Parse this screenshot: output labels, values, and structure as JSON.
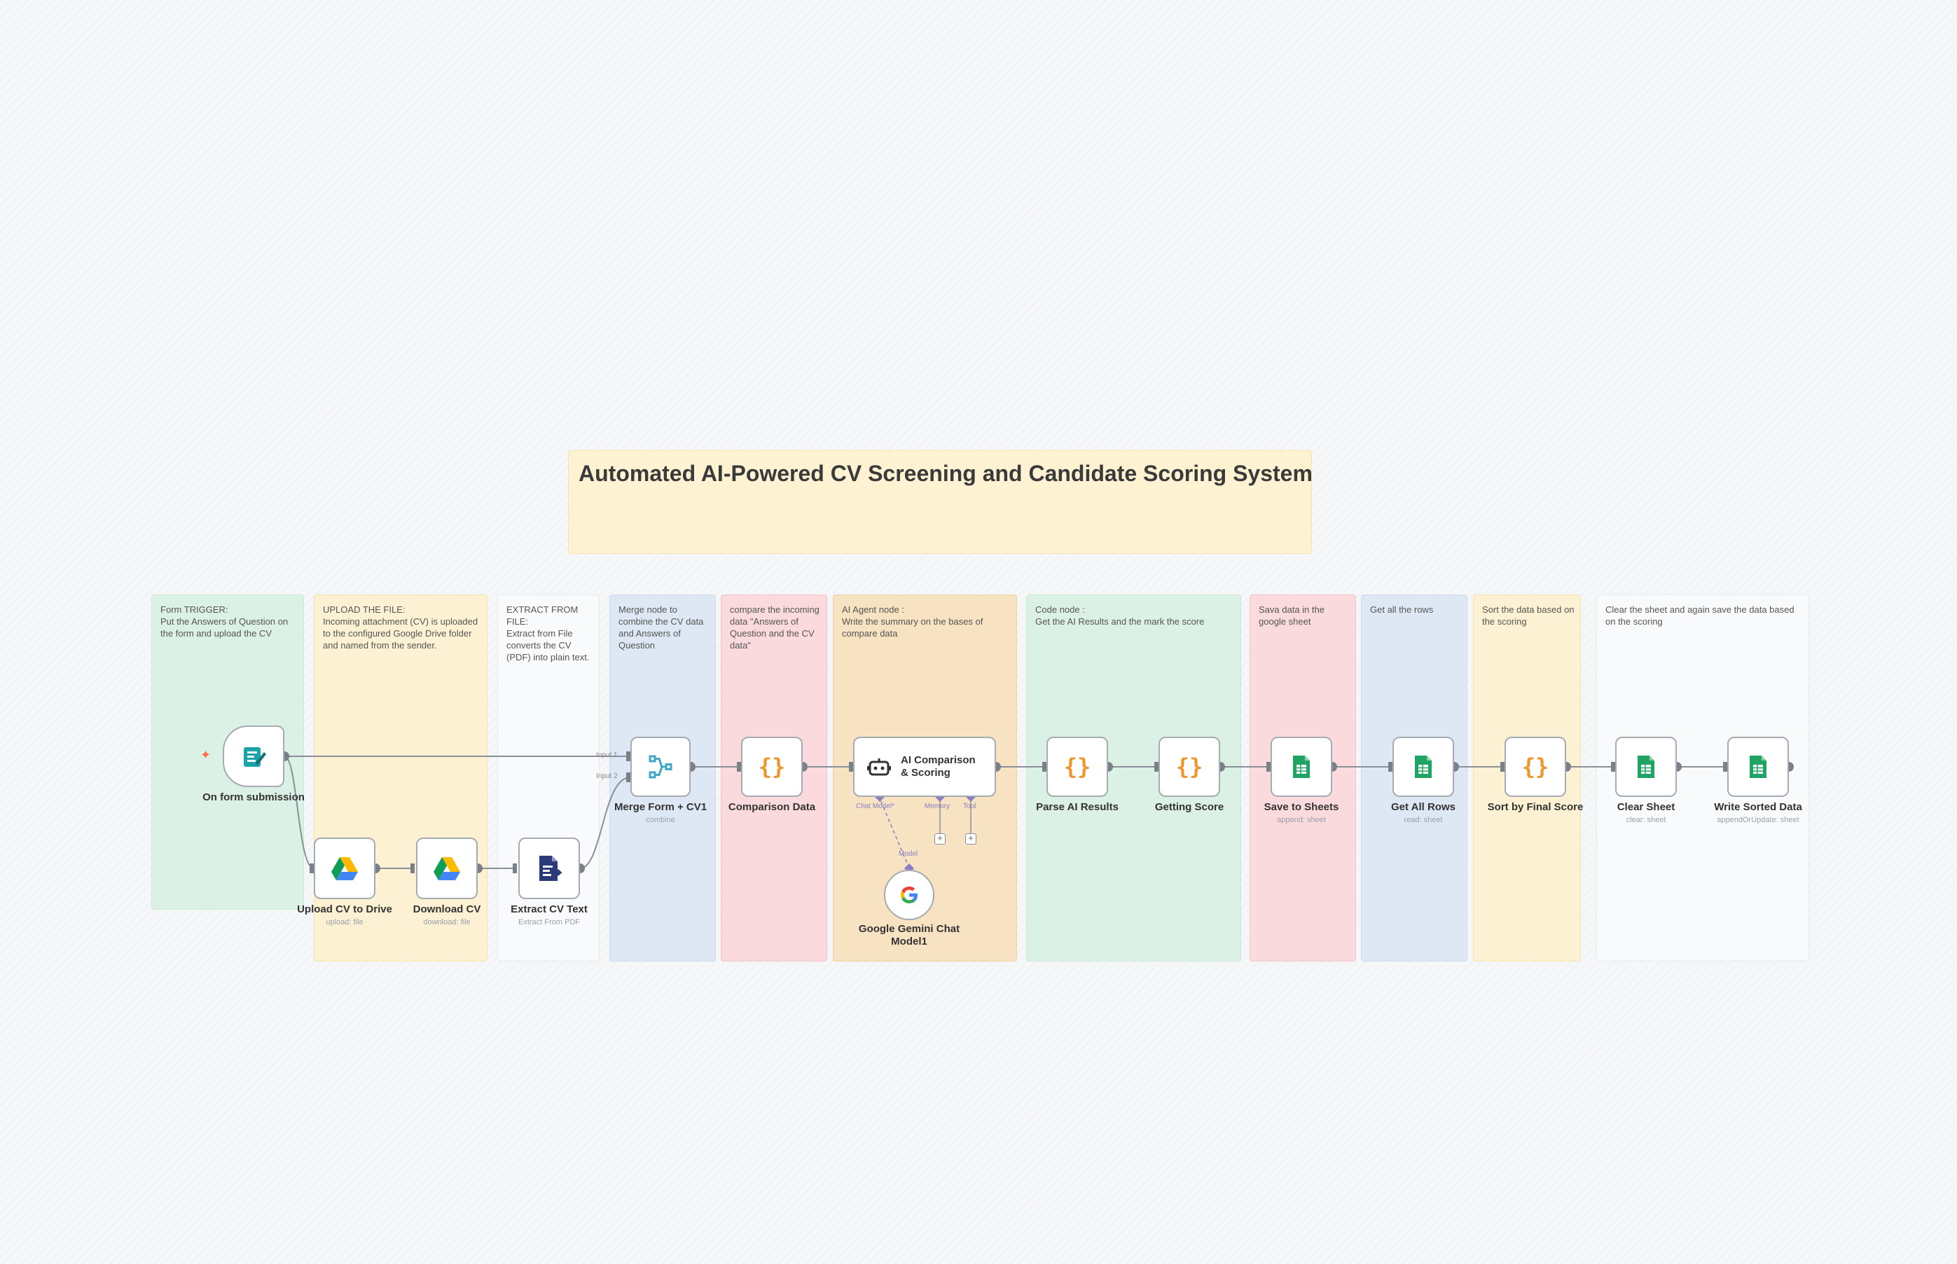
{
  "title": "Automated AI-Powered CV Screening and Candidate Scoring System",
  "notes": [
    {
      "id": "form",
      "text": "Form TRIGGER:\nPut the Answers of Question on the form and upload the CV"
    },
    {
      "id": "upload",
      "text": "UPLOAD THE FILE:\nIncoming attachment (CV) is uploaded to the configured Google Drive folder and named from the sender."
    },
    {
      "id": "extract",
      "text": "EXTRACT FROM FILE:\nExtract from File converts the CV (PDF) into plain text."
    },
    {
      "id": "merge",
      "text": "Merge node to combine the CV data and Answers of Question"
    },
    {
      "id": "compare",
      "text": "compare the incoming data \"Answers of Question and the CV data\""
    },
    {
      "id": "agent",
      "text": "AI Agent node :\nWrite the summary on the bases of compare data"
    },
    {
      "id": "code",
      "text": "Code node :\nGet the AI Results and the mark the score"
    },
    {
      "id": "save",
      "text": "Sava data in the google sheet"
    },
    {
      "id": "rows",
      "text": "Get all the rows"
    },
    {
      "id": "sort",
      "text": "Sort the data based on the scoring"
    },
    {
      "id": "clear",
      "text": "Clear the sheet and again save the data based on the scoring"
    }
  ],
  "nodes": {
    "form": {
      "label": "On form submission",
      "icon": "form-icon"
    },
    "upload": {
      "label": "Upload CV to Drive",
      "sub": "upload: file",
      "icon": "google-drive-icon"
    },
    "download": {
      "label": "Download CV",
      "sub": "download: file",
      "icon": "google-drive-icon"
    },
    "extract": {
      "label": "Extract CV Text",
      "sub": "Extract From PDF",
      "icon": "extract-file-icon"
    },
    "merge": {
      "label": "Merge Form + CV1",
      "sub": "combine",
      "icon": "merge-icon",
      "input1": "Input 1",
      "input2": "Input 2"
    },
    "comparison": {
      "label": "Comparison Data",
      "icon": "code-braces-icon"
    },
    "agent": {
      "label": "AI Comparison & Scoring",
      "icon": "robot-icon",
      "ports": {
        "chat": "Chat Model*",
        "memory": "Memory",
        "tool": "Tool"
      }
    },
    "gemini": {
      "label": "Google Gemini Chat Model1",
      "icon": "google-icon",
      "port": "Model"
    },
    "parse": {
      "label": "Parse AI Results",
      "icon": "code-braces-icon"
    },
    "score": {
      "label": "Getting Score",
      "icon": "code-braces-icon"
    },
    "save": {
      "label": "Save to Sheets",
      "sub": "append: sheet",
      "icon": "google-sheets-icon"
    },
    "getall": {
      "label": "Get All Rows",
      "sub": "read: sheet",
      "icon": "google-sheets-icon"
    },
    "sortn": {
      "label": "Sort by Final Score",
      "icon": "code-braces-icon"
    },
    "clear": {
      "label": "Clear Sheet",
      "sub": "clear: sheet",
      "icon": "google-sheets-icon"
    },
    "write": {
      "label": "Write Sorted Data",
      "sub": "appendOrUpdate: sheet",
      "icon": "google-sheets-icon"
    }
  },
  "colors": {
    "edge": "#8a8f98",
    "port": "#6e7480",
    "sub_port": "#8a7fc7",
    "code": "#f0962f",
    "sheets": "#1fa463",
    "merge": "#3fa7c3"
  }
}
